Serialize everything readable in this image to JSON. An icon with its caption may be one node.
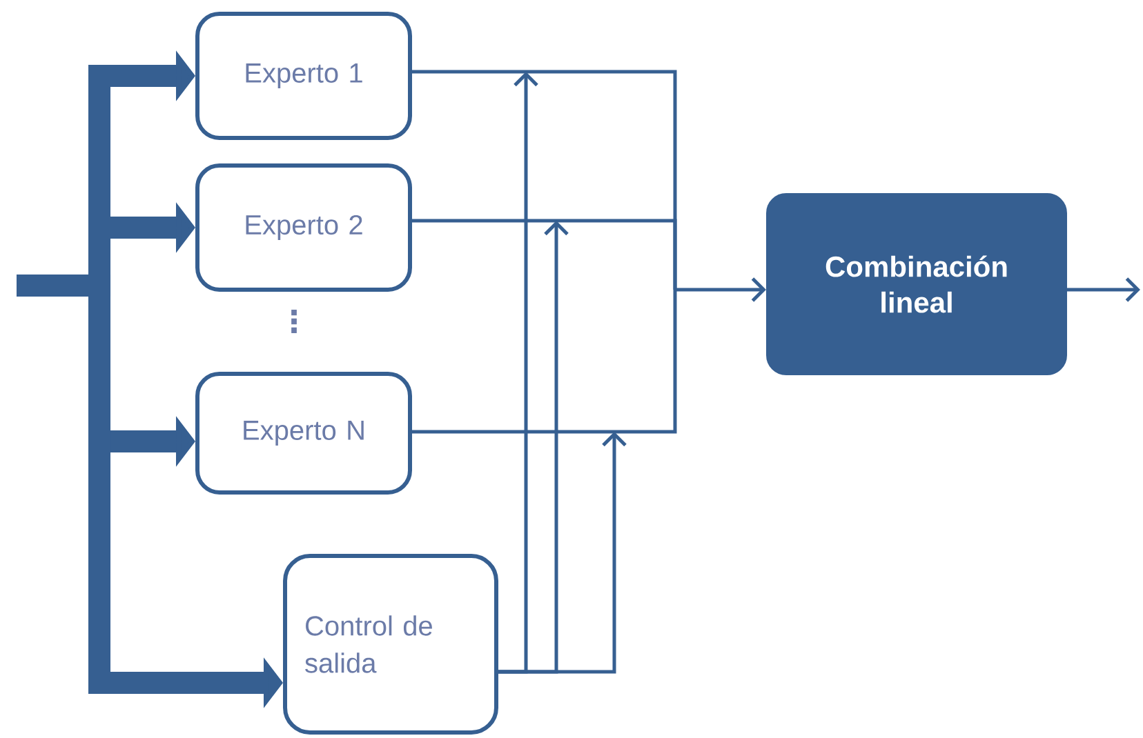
{
  "diagram": {
    "nodes": [
      {
        "text": [
          "Experto 1"
        ]
      },
      {
        "text": [
          "Experto 2"
        ]
      },
      {
        "text": [
          "Experto N"
        ]
      },
      {
        "text": [
          "Control de salida"
        ]
      },
      {
        "text": [
          "Combinación lineal"
        ]
      }
    ],
    "edges": [
      {
        "from": null,
        "to": 0,
        "arrow": "to",
        "style": "thick"
      },
      {
        "from": null,
        "to": 1,
        "arrow": "to",
        "style": "thick"
      },
      {
        "from": null,
        "to": 2,
        "arrow": "to",
        "style": "thick"
      },
      {
        "from": null,
        "to": 3,
        "arrow": "to",
        "style": "thick"
      },
      {
        "from": 0,
        "to": 4,
        "arrow": "to"
      },
      {
        "from": 1,
        "to": 4,
        "arrow": "to"
      },
      {
        "from": 2,
        "to": 4,
        "arrow": "to"
      },
      {
        "from": 3,
        "to": null,
        "arrow": "to"
      },
      {
        "from": 3,
        "to": null,
        "arrow": "to"
      },
      {
        "from": 3,
        "to": null,
        "arrow": "to"
      },
      {
        "from": 4,
        "to": null,
        "arrow": "to"
      }
    ],
    "labels": [
      "⋮"
    ]
  }
}
